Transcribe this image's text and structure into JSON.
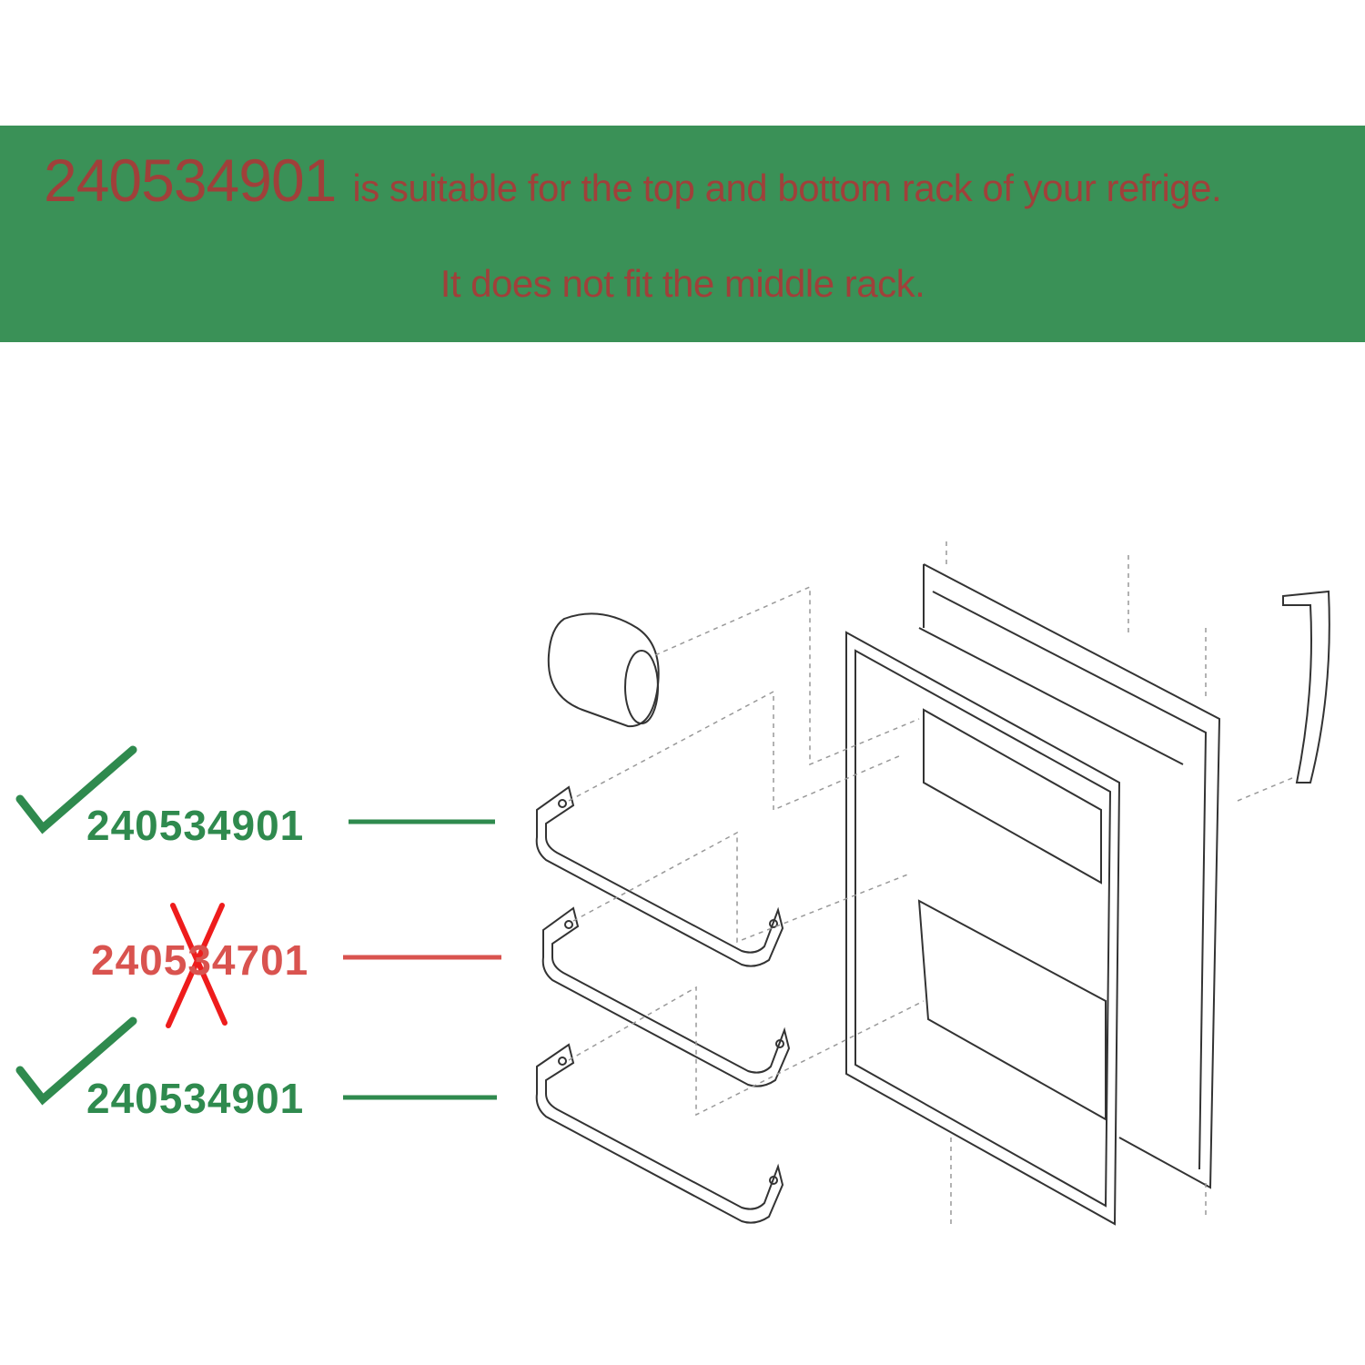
{
  "banner": {
    "part_number": "240534901",
    "line1_rest": "is suitable for the top and bottom rack of your refrige.",
    "line2": "It does not fit the middle rack."
  },
  "callouts": [
    {
      "part_number": "240534901",
      "status": "fits",
      "mark": "check-icon"
    },
    {
      "part_number": "240534701",
      "status": "does-not-fit",
      "mark": "cross-icon"
    },
    {
      "part_number": "240534901",
      "status": "fits",
      "mark": "check-icon"
    }
  ],
  "colors": {
    "banner_bg": "#3a9157",
    "banner_text": "#a0403a",
    "ok": "#2f8a4e",
    "bad": "#d9534f",
    "cross": "#ee1c1c"
  }
}
